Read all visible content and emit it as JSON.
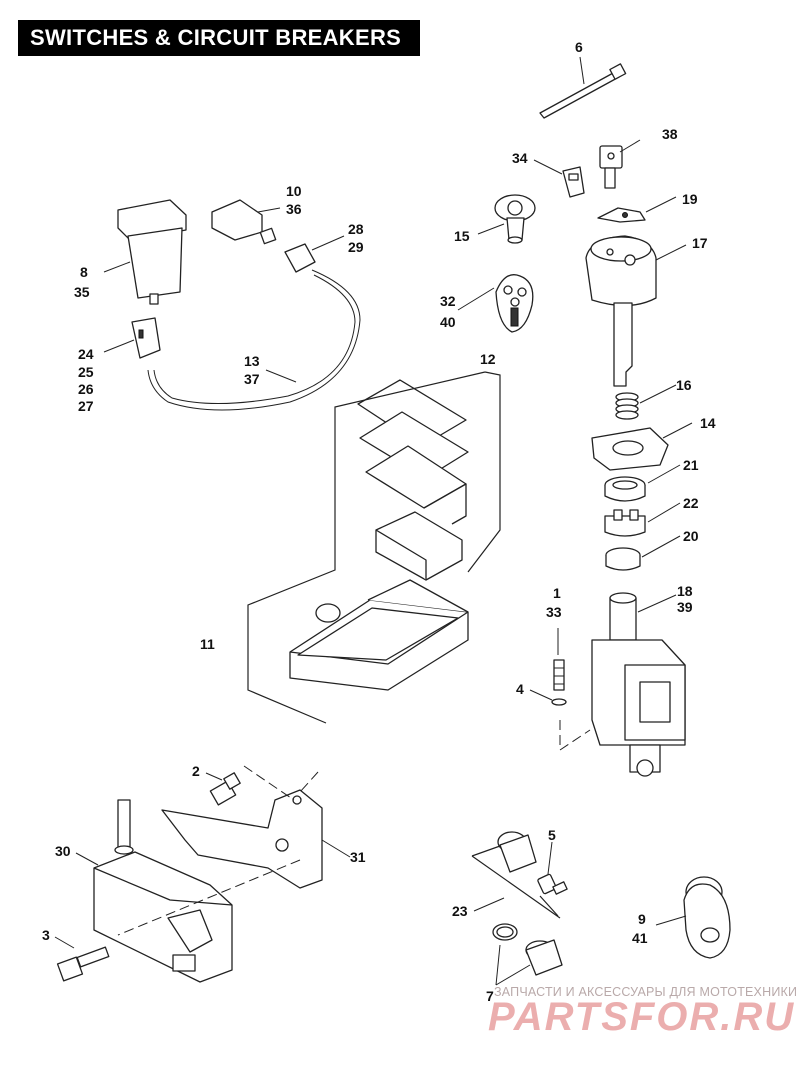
{
  "title": "SWITCHES & CIRCUIT BREAKERS",
  "callouts": {
    "c1": "1",
    "c2": "2",
    "c3": "3",
    "c4": "4",
    "c5": "5",
    "c6": "6",
    "c7": "7",
    "c8": "8",
    "c9": "9",
    "c10": "10",
    "c11": "11",
    "c12": "12",
    "c13": "13",
    "c14": "14",
    "c15": "15",
    "c16": "16",
    "c17": "17",
    "c18": "18",
    "c19": "19",
    "c20": "20",
    "c21": "21",
    "c22": "22",
    "c23": "23",
    "c24": "24",
    "c25": "25",
    "c26": "26",
    "c27": "27",
    "c28": "28",
    "c29": "29",
    "c30": "30",
    "c31": "31",
    "c32": "32",
    "c33": "33",
    "c34": "34",
    "c35": "35",
    "c36": "36",
    "c37": "37",
    "c38": "38",
    "c39": "39",
    "c40": "40",
    "c41": "41"
  },
  "watermark": {
    "tagline": "ЗАПЧАСТИ И АКСЕССУАРЫ ДЛЯ МОТОТЕХНИКИ",
    "logo": "PARTSFOR.RU"
  }
}
